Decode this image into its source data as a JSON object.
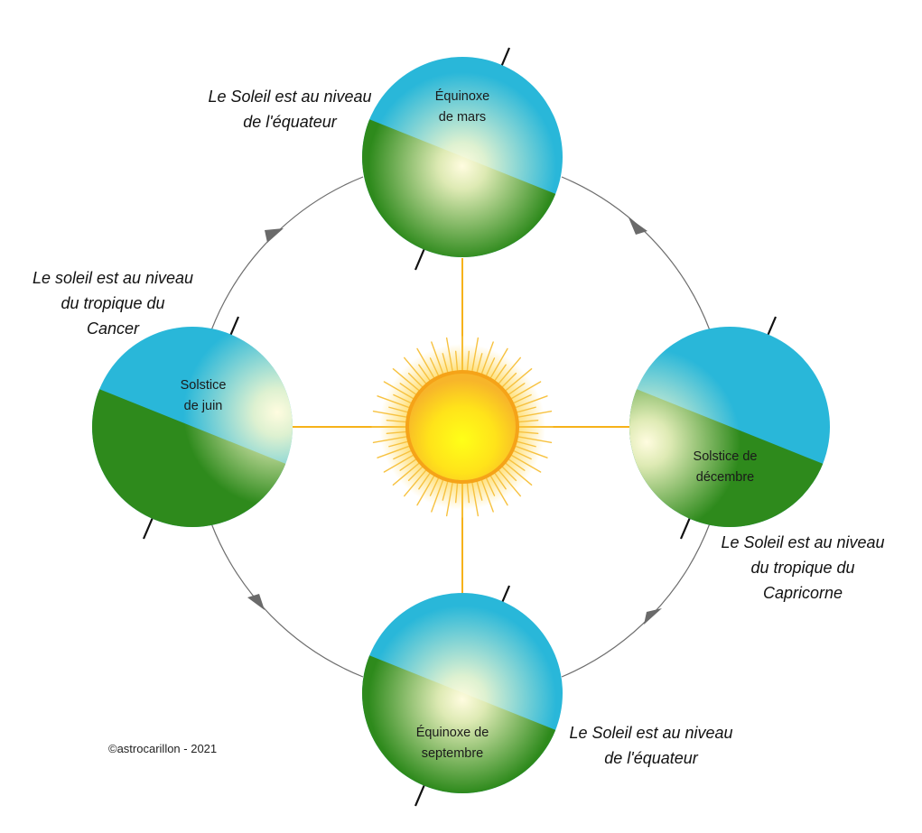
{
  "colors": {
    "sky": "#29b7d9",
    "ground": "#2e8a1c",
    "orbit": "#6e6e6e",
    "sun_core": "#ffe214",
    "sun_rim": "#f5a318",
    "rays": "#f6b21a",
    "axis": "#111111"
  },
  "globes": {
    "mars": {
      "label_lines": [
        "Équinoxe",
        "de mars"
      ]
    },
    "juin": {
      "label_lines": [
        "Solstice",
        "de juin"
      ]
    },
    "decembre": {
      "label_lines": [
        "Solstice de",
        "décembre"
      ]
    },
    "septembre": {
      "label_lines": [
        "Équinoxe de",
        "septembre"
      ]
    }
  },
  "captions": {
    "top": [
      "Le Soleil est au niveau",
      "de l'équateur"
    ],
    "left": [
      "Le soleil est au niveau",
      "du tropique du",
      "Cancer"
    ],
    "right": [
      "Le Soleil est au niveau",
      "du tropique du",
      "Capricorne"
    ],
    "bottom": [
      "Le Soleil est au niveau",
      "de l'équateur"
    ]
  },
  "credit": "©astrocarillon - 2021"
}
